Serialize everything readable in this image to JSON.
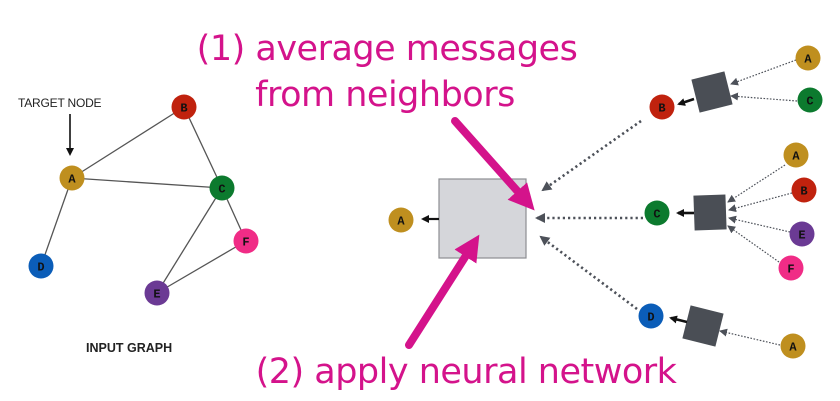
{
  "colors": {
    "A": "#bf8f1f",
    "B": "#c0220e",
    "C": "#0c7a2e",
    "D": "#0b5db8",
    "E": "#6b3a94",
    "F": "#f02c86",
    "accent": "#d4138b",
    "edge": "#555555",
    "nn_box_small": "#4a4e55",
    "nn_box_large": "#d5d6da",
    "nn_box_large_border": "#8d8e92",
    "dotted_arrow": "#4d5159"
  },
  "input_graph": {
    "title": "INPUT GRAPH",
    "target_label": "TARGET NODE",
    "target_node": "A",
    "nodes": [
      "A",
      "B",
      "C",
      "D",
      "E",
      "F"
    ],
    "edges": [
      [
        "A",
        "B"
      ],
      [
        "A",
        "C"
      ],
      [
        "A",
        "D"
      ],
      [
        "B",
        "C"
      ],
      [
        "C",
        "E"
      ],
      [
        "C",
        "F"
      ],
      [
        "E",
        "F"
      ]
    ]
  },
  "computation_graph": {
    "root": "A",
    "layer1": [
      {
        "node": "B",
        "neighbors": [
          "A",
          "C"
        ]
      },
      {
        "node": "C",
        "neighbors": [
          "A",
          "B",
          "E",
          "F"
        ]
      },
      {
        "node": "D",
        "neighbors": [
          "A"
        ]
      }
    ]
  },
  "annotations": {
    "step1_line1": "(1) average messages",
    "step1_line2": "from neighbors",
    "step2": "(2) apply neural network"
  }
}
